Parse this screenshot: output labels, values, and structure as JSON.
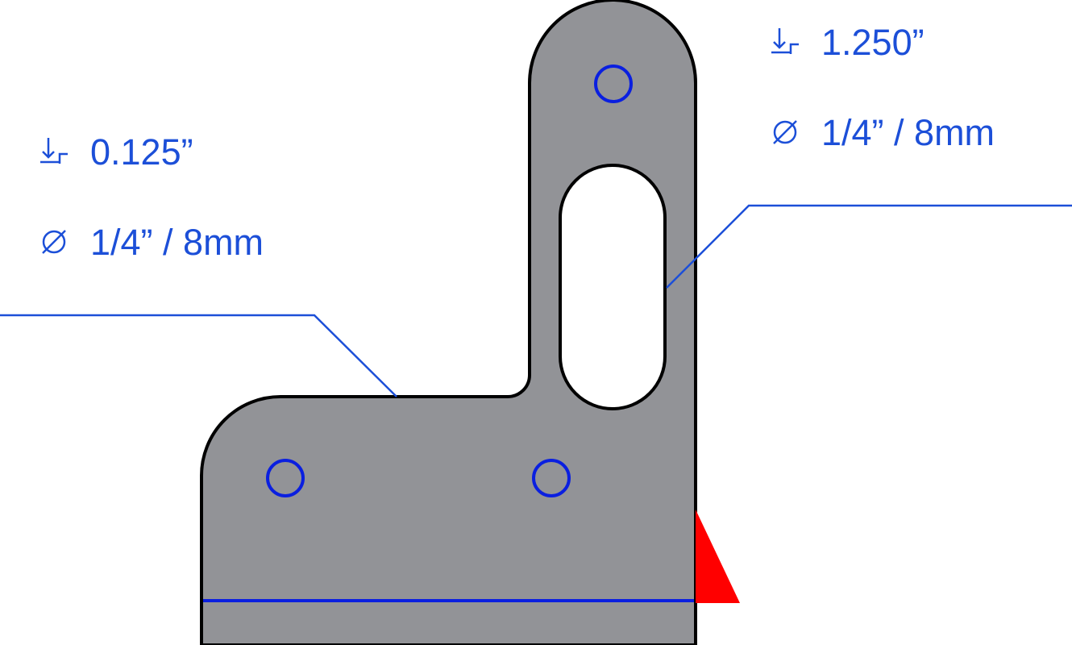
{
  "callouts": {
    "left": {
      "depth": "0.125”",
      "diameter": "1/4” / 8mm"
    },
    "right": {
      "depth": "1.250”",
      "diameter": "1/4” / 8mm"
    }
  },
  "icons": {
    "depth": "depth-icon",
    "diameter": "diameter-icon"
  },
  "colors": {
    "part_fill": "#929397",
    "outline": "#000000",
    "hole_stroke": "#0a1fe0",
    "leader": "#1c4fd8",
    "text": "#1c4fd8",
    "datum_marker": "#ff0000"
  }
}
